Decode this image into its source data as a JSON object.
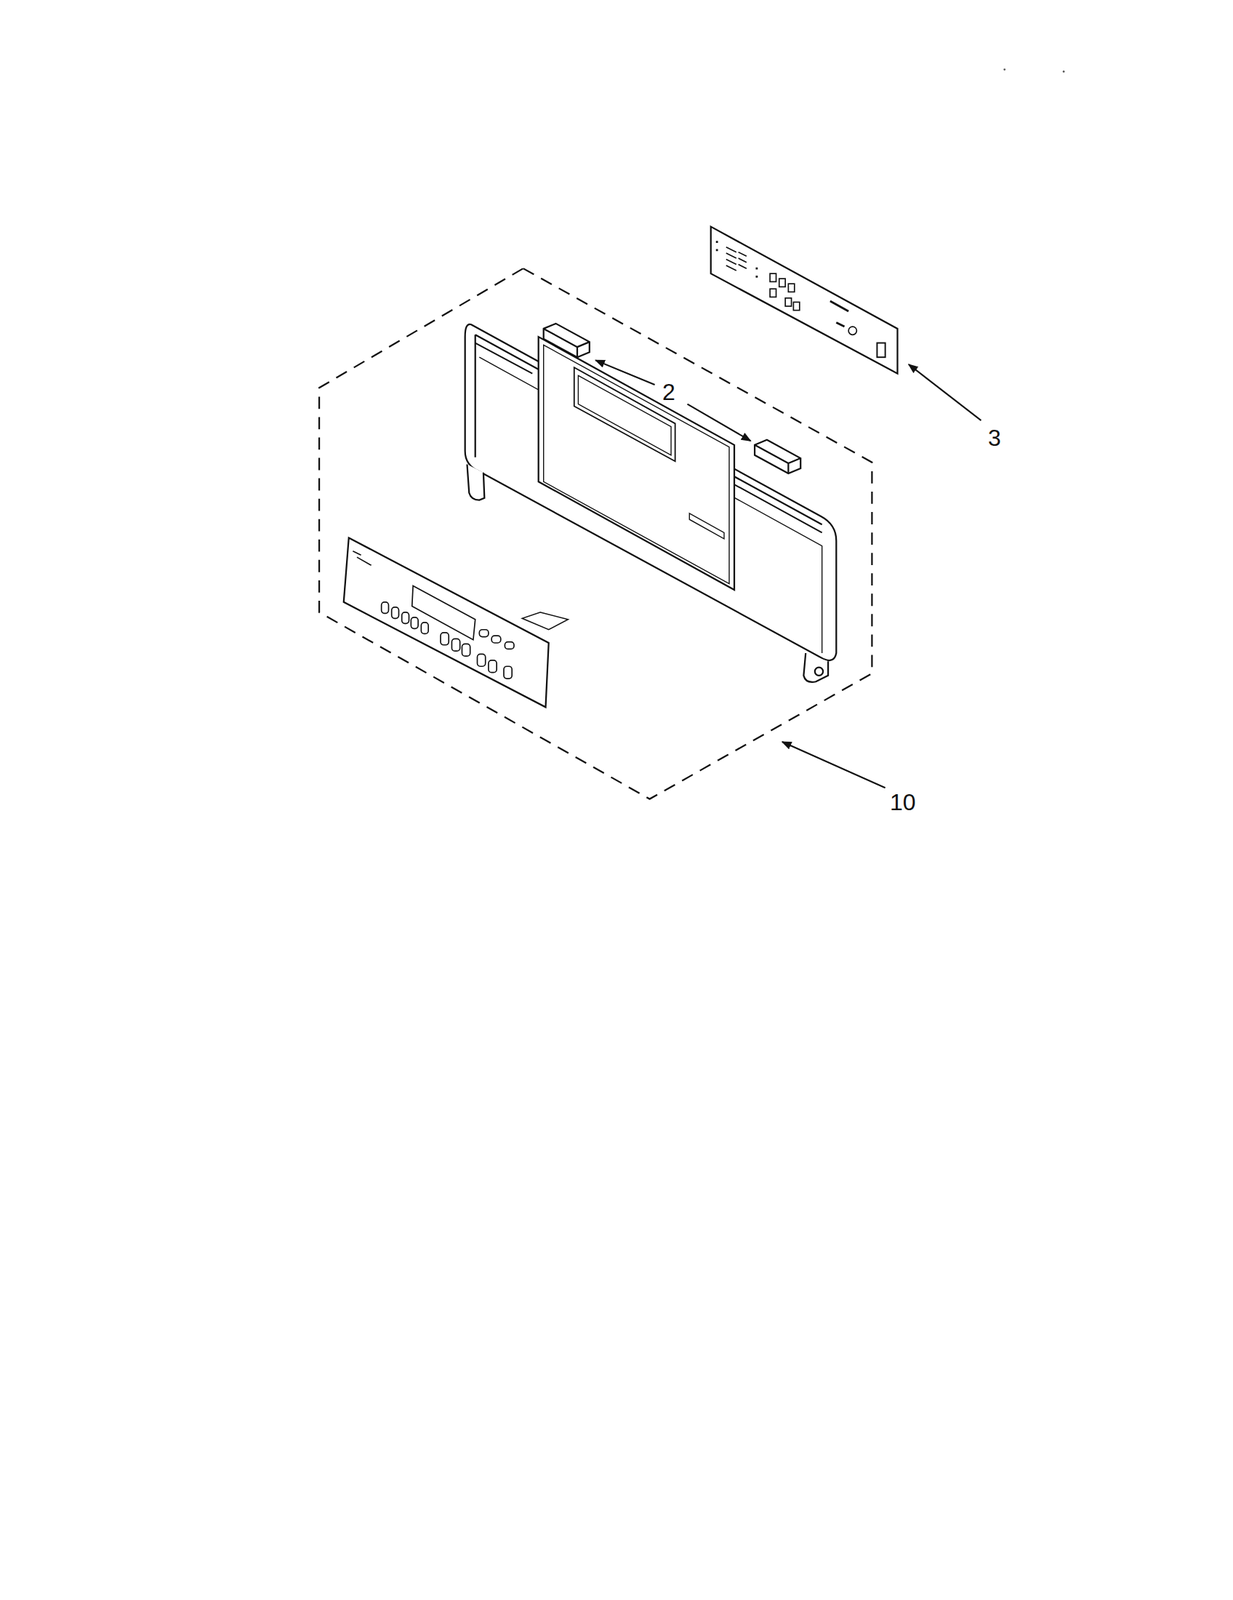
{
  "diagram": {
    "labels": [
      "2",
      "3",
      "10"
    ]
  }
}
